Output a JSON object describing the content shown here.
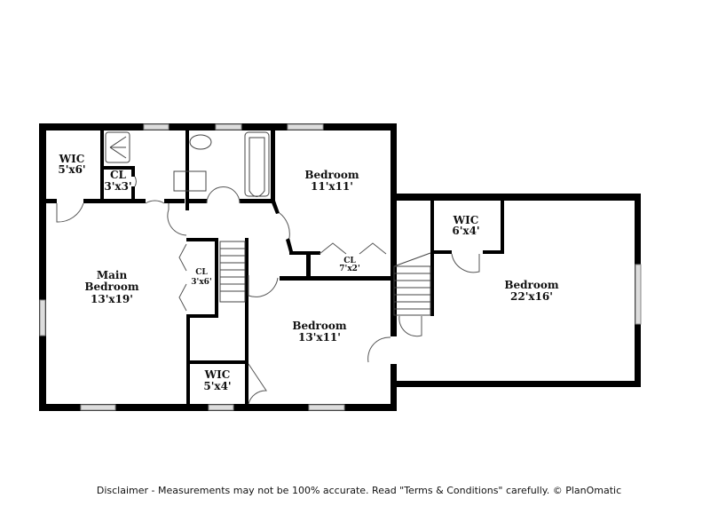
{
  "rooms": {
    "wic_main": {
      "name": "WIC",
      "size": "5'x6'"
    },
    "cl_small": {
      "name": "CL",
      "size": "3'x3'"
    },
    "main_bedroom": {
      "name_line1": "Main",
      "name_line2": "Bedroom",
      "size": "13'x19'"
    },
    "cl_hall": {
      "name": "CL",
      "size": "3'x6'"
    },
    "bedroom_ne": {
      "name": "Bedroom",
      "size": "11'x11'"
    },
    "cl_bed": {
      "name": "CL",
      "size": "7'x2'"
    },
    "bedroom_s": {
      "name": "Bedroom",
      "size": "13'x11'"
    },
    "wic_s": {
      "name": "WIC",
      "size": "5'x4'"
    },
    "wic_e": {
      "name": "WIC",
      "size": "6'x4'"
    },
    "bedroom_e": {
      "name": "Bedroom",
      "size": "22'x16'"
    }
  },
  "disclaimer": "Disclaimer - Measurements may not be 100% accurate. Read \"Terms & Conditions\" carefully. © PlanOmatic"
}
